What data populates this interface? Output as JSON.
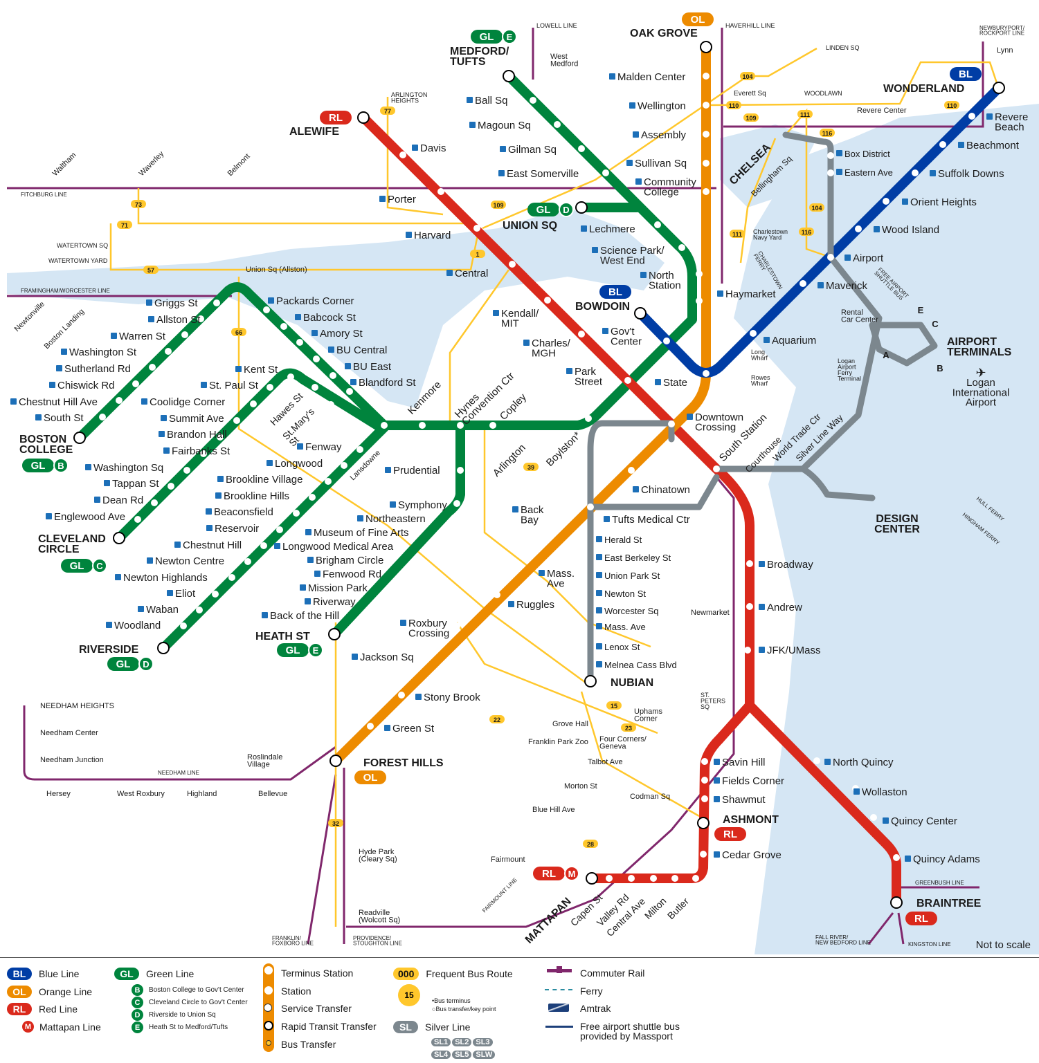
{
  "colors": {
    "red": "#da291c",
    "orange": "#ed8b00",
    "blue": "#003da5",
    "green": "#00843d",
    "silver": "#7c878e",
    "commuter": "#80276c",
    "bus": "#ffc72c",
    "water": "#d5e6f4"
  },
  "note": "Not to scale",
  "badges": [
    {
      "text": "OL",
      "color": "orange"
    },
    {
      "text": "GL",
      "sub": "E",
      "color": "green"
    },
    {
      "text": "RL",
      "color": "red"
    },
    {
      "text": "BL",
      "color": "blue"
    },
    {
      "text": "GL",
      "sub": "D",
      "color": "green"
    },
    {
      "text": "BL",
      "color": "blue"
    },
    {
      "text": "GL",
      "sub": "B",
      "color": "green"
    },
    {
      "text": "GL",
      "sub": "C",
      "color": "green"
    },
    {
      "text": "GL",
      "sub": "D",
      "color": "green"
    },
    {
      "text": "GL",
      "sub": "E",
      "color": "green"
    },
    {
      "text": "OL",
      "color": "orange"
    },
    {
      "text": "RL",
      "color": "red"
    },
    {
      "text": "RL",
      "color": "red"
    },
    {
      "text": "RL",
      "sub": "M",
      "color": "red"
    }
  ],
  "stations": [
    "ALEWIFE",
    "Davis",
    "Porter",
    "Harvard",
    "Central",
    "Kendall/\nMIT",
    "Charles/\nMGH",
    "Park\nStreet",
    "Downtown\nCrossing",
    "South Station",
    "Broadway",
    "Andrew",
    "JFK/UMass",
    "Savin Hill",
    "Fields Corner",
    "Shawmut",
    "ASHMONT",
    "Cedar Grove",
    "North Quincy",
    "Wollaston",
    "Quincy Center",
    "Quincy Adams",
    "BRAINTREE",
    "MATTAPAN",
    "Capen St",
    "Valley Rd",
    "Central Ave",
    "Milton",
    "Butler",
    "OAK GROVE",
    "Malden Center",
    "Wellington",
    "Assembly",
    "Sullivan Sq",
    "Community\nCollege",
    "North\nStation",
    "Haymarket",
    "State",
    "Chinatown",
    "Tufts Medical Ctr",
    "Back\nBay",
    "Mass.\nAve",
    "Ruggles",
    "Roxbury\nCrossing",
    "Jackson Sq",
    "Stony Brook",
    "Green St",
    "FOREST HILLS",
    "BOWDOIN",
    "Gov't\nCenter",
    "Aquarium",
    "Maverick",
    "Airport",
    "Wood Island",
    "Orient Heights",
    "Suffolk Downs",
    "Beachmont",
    "Revere\nBeach",
    "WONDERLAND",
    "Lechmere",
    "Science Park/\nWest End",
    "Boylston*",
    "Arlington",
    "Copley",
    "Hynes\nConvention Ctr",
    "Kenmore",
    "UNION SQ",
    "MEDFORD/\nTUFTS",
    "Ball Sq",
    "Magoun Sq",
    "Gilman Sq",
    "East Somerville",
    "Packards Corner",
    "Babcock St",
    "Amory St",
    "BU Central",
    "BU East",
    "Blandford St",
    "Griggs St",
    "Allston St",
    "Warren St",
    "Washington St",
    "Sutherland Rd",
    "Chiswick Rd",
    "Chestnut Hill Ave",
    "South St",
    "BOSTON\nCOLLEGE",
    "Kent St",
    "St. Paul St",
    "Coolidge Corner",
    "Summit Ave",
    "Brandon Hall",
    "Fairbanks St",
    "Washington Sq",
    "Tappan St",
    "Dean Rd",
    "Englewood Ave",
    "CLEVELAND\nCIRCLE",
    "Hawes St",
    "St.Mary's\nSt",
    "Fenway",
    "Longwood",
    "Brookline Village",
    "Brookline Hills",
    "Beaconsfield",
    "Reservoir",
    "Chestnut Hill",
    "Newton Centre",
    "Newton Highlands",
    "Eliot",
    "Waban",
    "Woodland",
    "RIVERSIDE",
    "Prudential",
    "Symphony",
    "Northeastern",
    "Museum of Fine Arts",
    "Longwood Medical Area",
    "Brigham Circle",
    "Fenwood Rd",
    "Mission Park",
    "Riverway",
    "Back of the Hill",
    "HEATH ST",
    "Box District",
    "Eastern Ave",
    "CHELSEA",
    "Bellingham Sq",
    "Herald St",
    "East Berkeley St",
    "Union Park St",
    "Newton St",
    "Worcester Sq",
    "Mass. Ave",
    "Lenox St",
    "Melnea Cass Blvd",
    "NUBIAN",
    "DESIGN\nCENTER",
    "AIRPORT\nTERMINALS",
    "Logan\nInternational\nAirport",
    "Courthouse",
    "World Trade Ctr",
    "Silver Line Way",
    "Rental\nCar Center",
    "Logan\nAirport\nFerry\nTerminal",
    "Long\nWharf",
    "Rowes\nWharf",
    "Charlestown\nNavy Yard"
  ],
  "other_labels": [
    "LOWELL LINE",
    "West\nMedford",
    "HAVERHILL LINE",
    "NEWBURYPORT/\nROCKPORT LINE",
    "Lynn",
    "LINDEN SQ",
    "Everett Sq",
    "WOODLAWN",
    "Revere Center",
    "ARLINGTON\nHEIGHTS",
    "Waltham",
    "Waverley",
    "Belmont",
    "FITCHBURG LINE",
    "WATERTOWN SQ",
    "WATERTOWN YARD",
    "Union Sq (Allston)",
    "FRAMINGHAM/WORCESTER LINE",
    "Newtonville",
    "Boston Landing",
    "Lansdowne",
    "NEEDHAM HEIGHTS",
    "Needham Center",
    "Needham Junction",
    "NEEDHAM LINE",
    "Hersey",
    "West Roxbury",
    "Highland",
    "Bellevue",
    "Roslindale\nVillage",
    "Hyde Park\n(Cleary Sq)",
    "Readville\n(Wolcott Sq)",
    "FRANKLIN/\nFOXBORO LINE",
    "PROVIDENCE/\nSTOUGHTON LINE",
    "FAIRMOUNT LINE",
    "Fairmount",
    "Blue Hill Ave",
    "Morton St",
    "Talbot Ave",
    "Codman Sq",
    "Four Corners/\nGeneva",
    "Franklin Park Zoo",
    "Grove Hall",
    "Uphams\nCorner",
    "ST.\nPETERS\nSQ",
    "Newmarket",
    "GREENBUSH LINE",
    "FALL RIVER/\nNEW BEDFORD LINE",
    "KINGSTON LINE",
    "HULL FERRY",
    "HINGHAM FERRY",
    "CHARLESTOWN\nFERRY",
    "FREE AIRPORT\nSHUTTLE BUS",
    "A",
    "B",
    "C",
    "E"
  ],
  "bus_routes": [
    "77",
    "73",
    "71",
    "57",
    "66",
    "109",
    "104",
    "110",
    "111",
    "116",
    "1",
    "39",
    "15",
    "22",
    "23",
    "28",
    "32",
    "104",
    "110",
    "109",
    "116",
    "111"
  ],
  "legend": {
    "lines": [
      {
        "badge": "BL",
        "label": "Blue Line",
        "color": "blue"
      },
      {
        "badge": "OL",
        "label": "Orange Line",
        "color": "orange"
      },
      {
        "badge": "RL",
        "label": "Red Line",
        "color": "red"
      },
      {
        "badge": "M",
        "label": "Mattapan Line",
        "color": "red"
      }
    ],
    "green": {
      "badge": "GL",
      "label": "Green Line",
      "branches": [
        {
          "letter": "B",
          "label": "Boston College to Gov't Center"
        },
        {
          "letter": "C",
          "label": "Cleveland Circle to Gov't Center"
        },
        {
          "letter": "D",
          "label": "Riverside to Union Sq"
        },
        {
          "letter": "E",
          "label": "Heath St to Medford/Tufts"
        }
      ]
    },
    "symbols": [
      "Terminus Station",
      "Station",
      "Service Transfer",
      "Rapid Transit Transfer",
      "Bus Transfer"
    ],
    "bus": {
      "badge": "000",
      "label": "Frequent Bus Route",
      "clock": "15",
      "terminus": "Bus terminus",
      "transfer": "Bus transfer/key point"
    },
    "silver": {
      "badge": "SL",
      "label": "Silver Line",
      "routes": [
        "SL1",
        "SL2",
        "SL3",
        "SL4",
        "SL5",
        "SLW"
      ]
    },
    "other": [
      {
        "label": "Commuter Rail",
        "icon": "commuter-rail-icon"
      },
      {
        "label": "Ferry",
        "icon": "ferry-icon"
      },
      {
        "label": "Amtrak",
        "icon": "amtrak-icon"
      },
      {
        "label": "Free airport shuttle bus\nprovided by Massport",
        "icon": "shuttle-icon"
      }
    ]
  }
}
